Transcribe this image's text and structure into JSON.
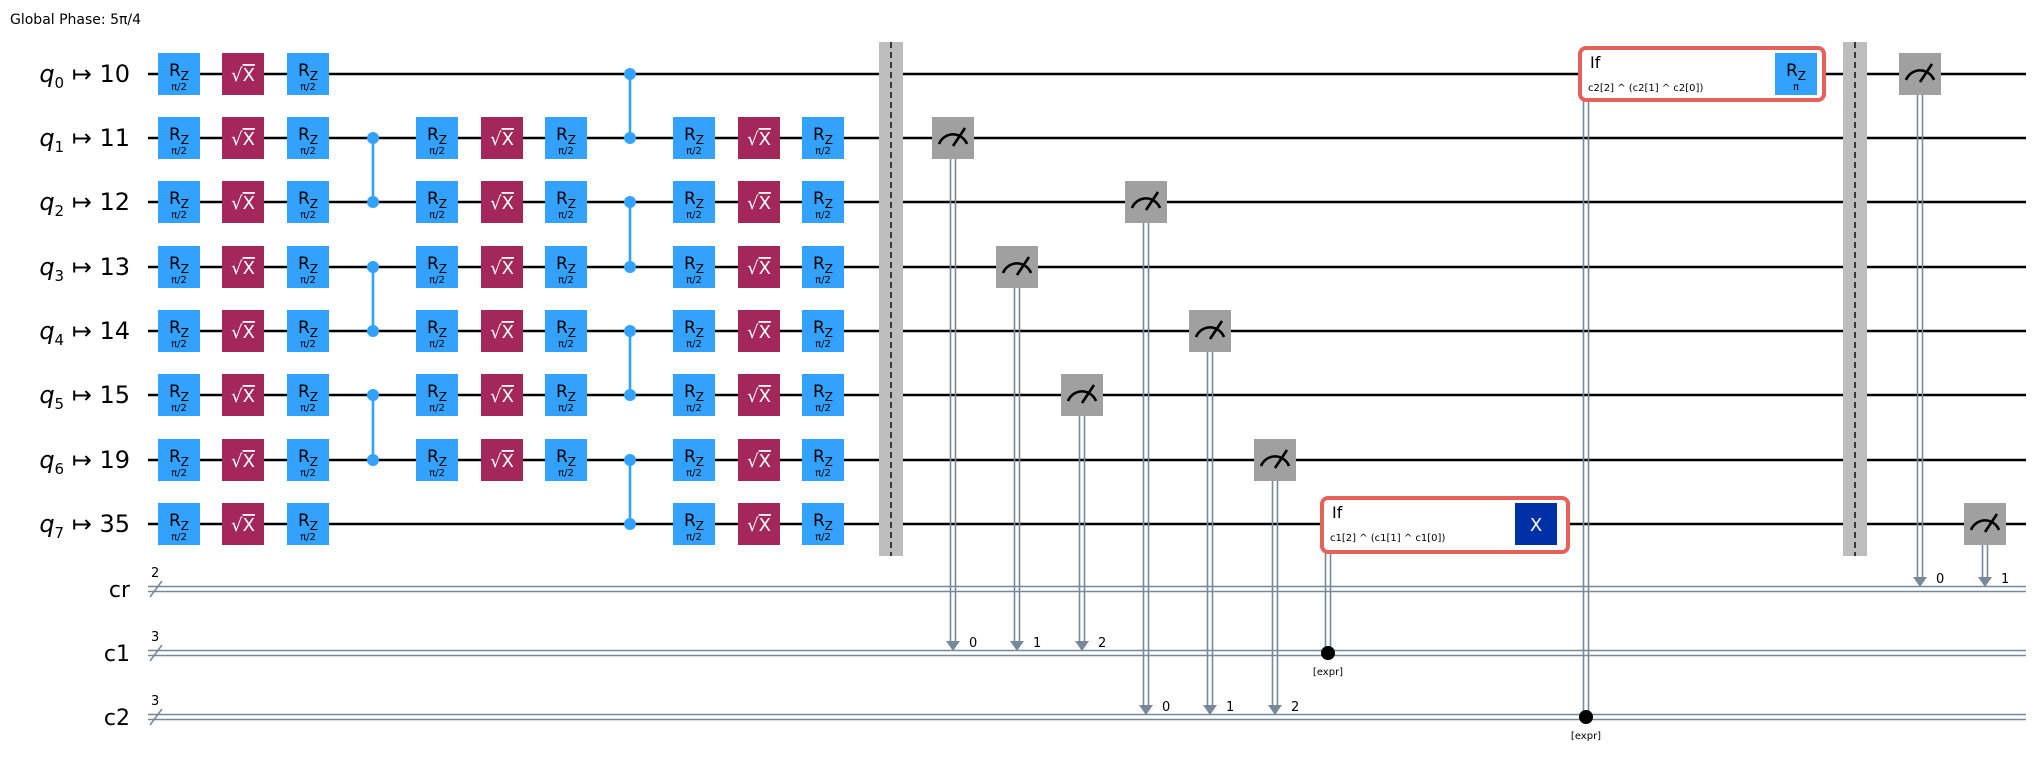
{
  "global_phase": "Global Phase: 5π/4",
  "qubits": [
    {
      "name": "q",
      "index": "0",
      "arrow": "↦",
      "physical": "10"
    },
    {
      "name": "q",
      "index": "1",
      "arrow": "↦",
      "physical": "11"
    },
    {
      "name": "q",
      "index": "2",
      "arrow": "↦",
      "physical": "12"
    },
    {
      "name": "q",
      "index": "3",
      "arrow": "↦",
      "physical": "13"
    },
    {
      "name": "q",
      "index": "4",
      "arrow": "↦",
      "physical": "14"
    },
    {
      "name": "q",
      "index": "5",
      "arrow": "↦",
      "physical": "15"
    },
    {
      "name": "q",
      "index": "6",
      "arrow": "↦",
      "physical": "19"
    },
    {
      "name": "q",
      "index": "7",
      "arrow": "↦",
      "physical": "35"
    }
  ],
  "cregs": [
    {
      "name": "cr",
      "size": "2"
    },
    {
      "name": "c1",
      "size": "3"
    },
    {
      "name": "c2",
      "size": "3"
    }
  ],
  "gate_labels": {
    "rz": "R",
    "rz_sub": "Z",
    "rz_param": "π/2",
    "rz_param_pi": "π",
    "sx_root": "√",
    "sx_x": "X",
    "x": "X",
    "if": "If",
    "expr": "[expr]"
  },
  "gate_columns": [
    {
      "kind": "rz"
    },
    {
      "kind": "sx"
    },
    {
      "kind": "rz"
    },
    {
      "kind": "rz"
    },
    {
      "kind": "sx"
    },
    {
      "kind": "rz"
    },
    {
      "kind": "rz"
    },
    {
      "kind": "sx"
    },
    {
      "kind": "rz"
    }
  ],
  "cz_gates": [
    {
      "col": 0,
      "q1": 1,
      "q2": 2
    },
    {
      "col": 0,
      "q1": 3,
      "q2": 4
    },
    {
      "col": 0,
      "q1": 5,
      "q2": 6
    },
    {
      "col": 1,
      "q1": 0,
      "q2": 1
    },
    {
      "col": 1,
      "q1": 2,
      "q2": 3
    },
    {
      "col": 1,
      "q1": 4,
      "q2": 5
    },
    {
      "col": 1,
      "q1": 6,
      "q2": 7
    }
  ],
  "measurements": [
    {
      "qubit": 1,
      "creg": 1,
      "bit": "0"
    },
    {
      "qubit": 3,
      "creg": 1,
      "bit": "1"
    },
    {
      "qubit": 5,
      "creg": 1,
      "bit": "2"
    },
    {
      "qubit": 2,
      "creg": 2,
      "bit": "0"
    },
    {
      "qubit": 4,
      "creg": 2,
      "bit": "1"
    },
    {
      "qubit": 6,
      "creg": 2,
      "bit": "2"
    },
    {
      "qubit": 0,
      "creg": 0,
      "bit": "0"
    },
    {
      "qubit": 7,
      "creg": 0,
      "bit": "1"
    }
  ],
  "if_blocks": [
    {
      "qubit": 7,
      "creg": 1,
      "condition": "c1[2] ^ (c1[1] ^ c1[0])",
      "gate": "x"
    },
    {
      "qubit": 0,
      "creg": 2,
      "condition": "c2[2] ^ (c2[1] ^ c2[0])",
      "gate": "rz_pi"
    }
  ],
  "colors": {
    "rz": "#33A2FF",
    "sx": "#A4275B",
    "measure": "#A0A0A0",
    "x": "#0030A8",
    "if_border": "#E8605A",
    "classical_wire": "#778899",
    "barrier": "#BDBDBD"
  }
}
